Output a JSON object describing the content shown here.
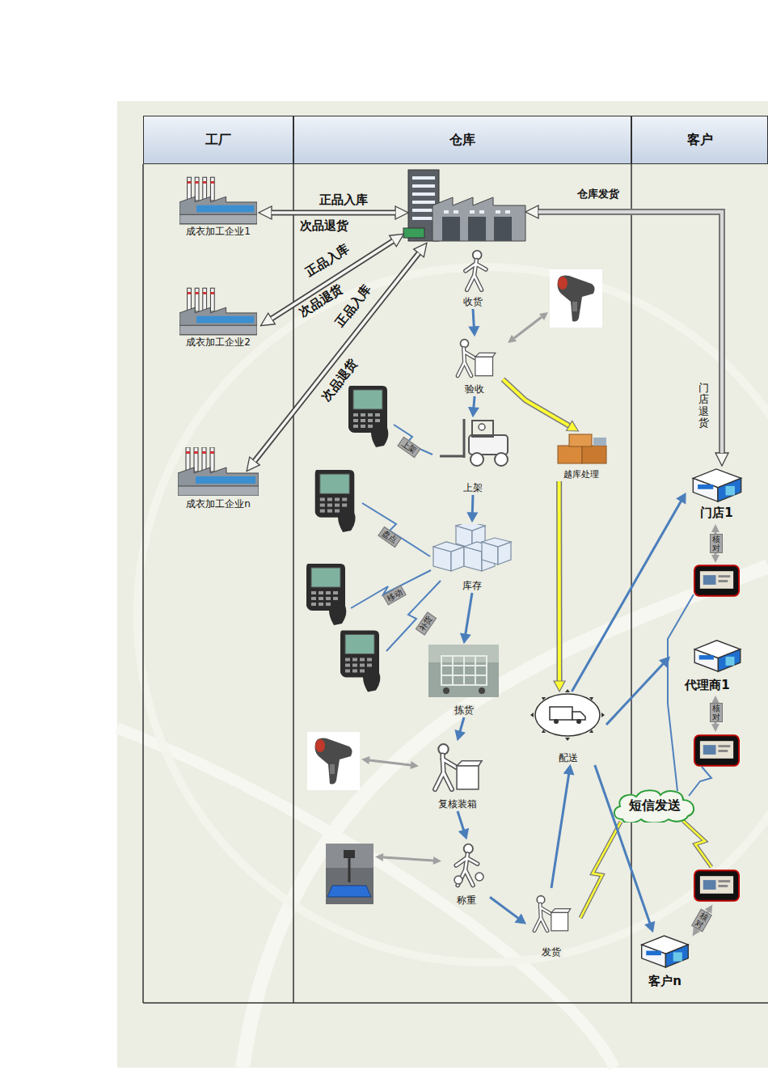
{
  "diagram": {
    "nodes": [
      {
        "text": [
          "工厂"
        ]
      },
      {
        "text": [
          "仓库"
        ]
      },
      {
        "text": [
          "客户"
        ]
      },
      {
        "text": [
          "成衣加工企业1"
        ]
      },
      {
        "text": [
          "成衣加工企业2"
        ]
      },
      {
        "text": [
          "成衣加工企业n"
        ]
      },
      {
        "text": [
          "收货"
        ]
      },
      {
        "text": [
          "验收"
        ]
      },
      {
        "text": [
          "越库处理"
        ]
      },
      {
        "text": [
          "上架"
        ]
      },
      {
        "text": [
          "库存"
        ]
      },
      {
        "text": [
          "拣货"
        ]
      },
      {
        "text": [
          "复核装箱"
        ]
      },
      {
        "text": [
          "称重"
        ]
      },
      {
        "text": [
          "发货"
        ]
      },
      {
        "text": [
          "配送"
        ]
      },
      {
        "text": [
          "门店1"
        ]
      },
      {
        "text": [
          "代理商1"
        ]
      },
      {
        "text": [
          "短信发送"
        ]
      },
      {
        "text": [
          "客户n"
        ]
      }
    ],
    "edges": [
      {
        "from": 6,
        "to": 7,
        "arrow": "to"
      },
      {
        "from": 7,
        "to": 9,
        "arrow": "to"
      },
      {
        "from": 7,
        "to": 8,
        "arrow": "to"
      },
      {
        "from": 9,
        "to": 10,
        "arrow": "to"
      },
      {
        "from": 10,
        "to": 11,
        "arrow": "to"
      },
      {
        "from": 11,
        "to": 12,
        "arrow": "to"
      },
      {
        "from": 12,
        "to": 13,
        "arrow": "to"
      },
      {
        "from": 13,
        "to": 14,
        "arrow": "to"
      },
      {
        "from": 14,
        "to": 15,
        "arrow": "to"
      },
      {
        "from": 8,
        "to": 15,
        "arrow": "to"
      },
      {
        "from": 15,
        "to": 16,
        "arrow": "to"
      },
      {
        "from": 15,
        "to": 17,
        "arrow": "to"
      },
      {
        "from": 15,
        "to": 19,
        "arrow": "to"
      }
    ],
    "labels": [
      "正品入库",
      "次品退货",
      "正品入库",
      "次品退货",
      "正品入库",
      "次品退货",
      "仓库发货",
      "门店退货",
      "上架",
      "盘点",
      "移动",
      "补货",
      "核对",
      "核对",
      "核对"
    ]
  }
}
